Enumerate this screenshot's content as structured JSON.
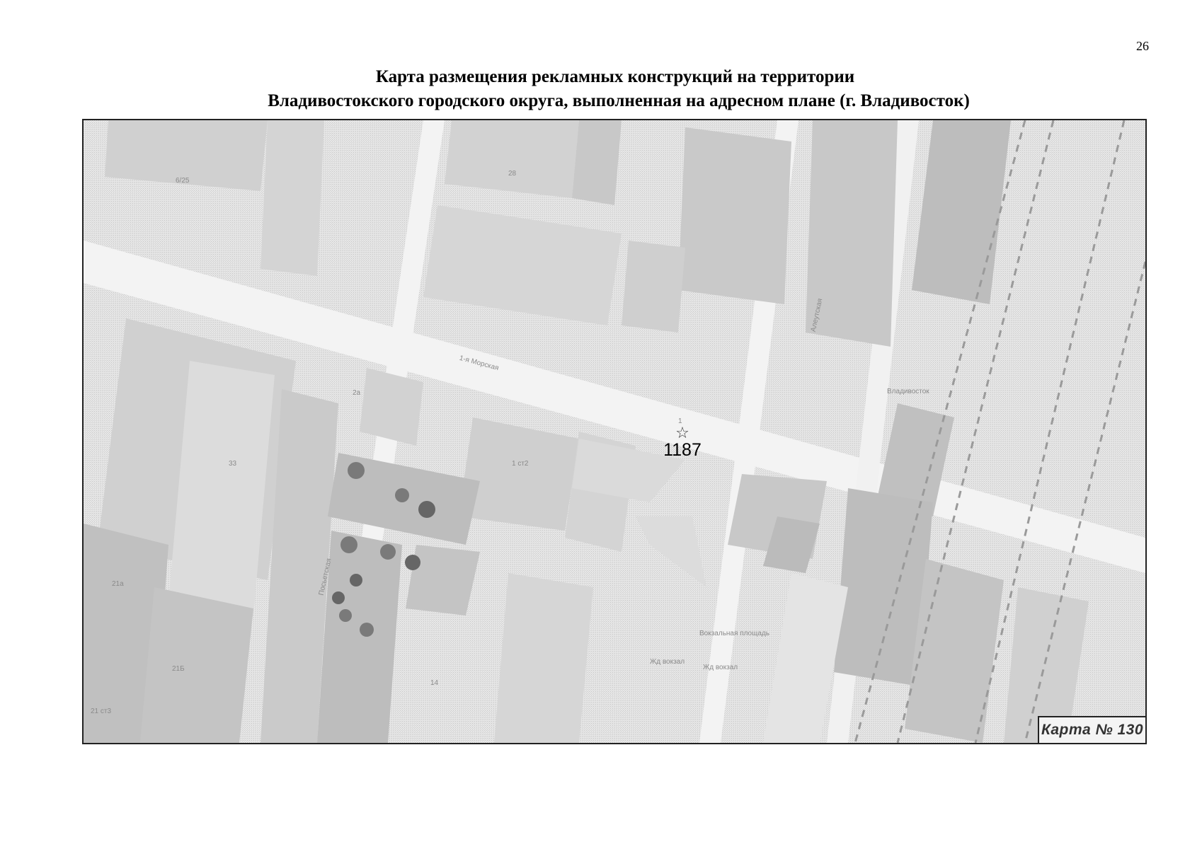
{
  "page": {
    "number": "26",
    "title_line1": "Карта размещения рекламных конструкций на территории",
    "title_line2": "Владивостокского городского округа, выполненная на адресном плане (г. Владивосток)"
  },
  "map": {
    "map_id_label": "Карта № 130",
    "marker": {
      "icon": "star-outline-icon",
      "id": "1187"
    },
    "labels": {
      "street_1": "1-я Морская",
      "street_2": "Алеутская",
      "street_3": "Посьетская",
      "square": "Вокзальная площадь",
      "stop_1": "Жд вокзал",
      "stop_2": "Жд вокзал",
      "station": "Владивосток",
      "building_1": "6/25",
      "building_2": "28",
      "building_3": "33",
      "building_4": "21а",
      "building_5": "21Б",
      "building_6": "21 ст3",
      "building_7": "1",
      "building_8": "1 ст2",
      "building_9": "2а",
      "building_10": "14"
    },
    "colors": {
      "background": "#e9e9e9",
      "buildings": "#d2d2d2",
      "buildings_dark": "#bdbdbd",
      "roads": "#f6f6f6",
      "trees": "#7a7a7a"
    }
  }
}
